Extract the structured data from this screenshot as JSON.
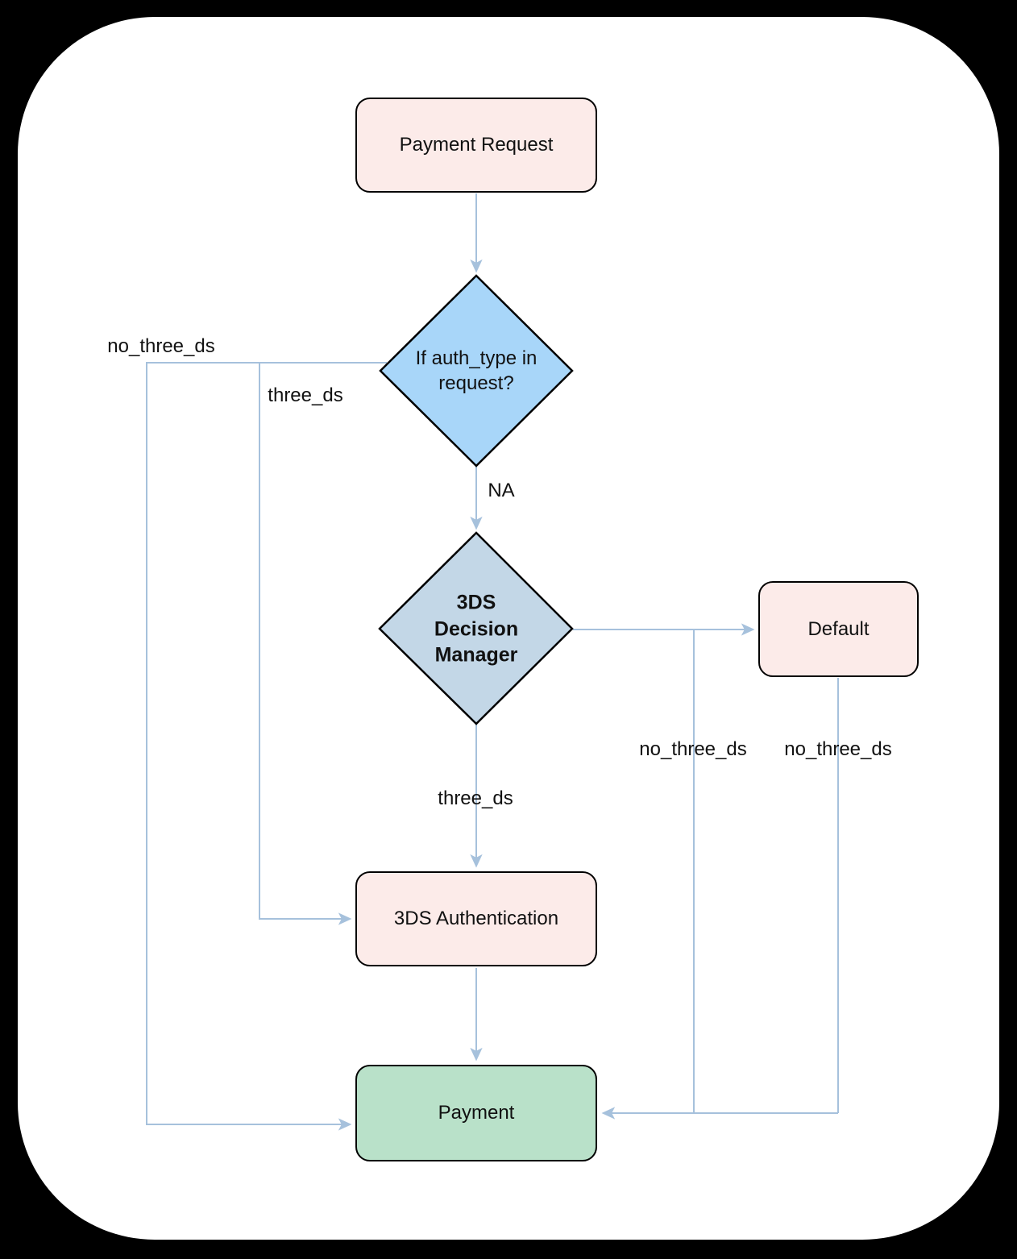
{
  "diagram": {
    "nodes": {
      "payment_request": "Payment Request",
      "auth_type_decision": "If auth_type in request?",
      "decision_manager": [
        "3DS",
        "Decision",
        "Manager"
      ],
      "default_box": "Default",
      "three_ds_auth": "3DS Authentication",
      "payment": "Payment"
    },
    "edge_labels": {
      "no_three_ds_left": "no_three_ds",
      "three_ds_left": "three_ds",
      "na": "NA",
      "three_ds_mid": "three_ds",
      "no_three_ds_mid": "no_three_ds",
      "no_three_ds_right": "no_three_ds"
    },
    "colors": {
      "background": "#000000",
      "panel": "#ffffff",
      "edge": "#a6c1dc",
      "node_border": "#000000",
      "decision_blue": "#a8d6f9",
      "decision_steel": "#c3d7e7",
      "process_pink": "#fcebe9",
      "terminal_green": "#b9e1c9"
    }
  }
}
